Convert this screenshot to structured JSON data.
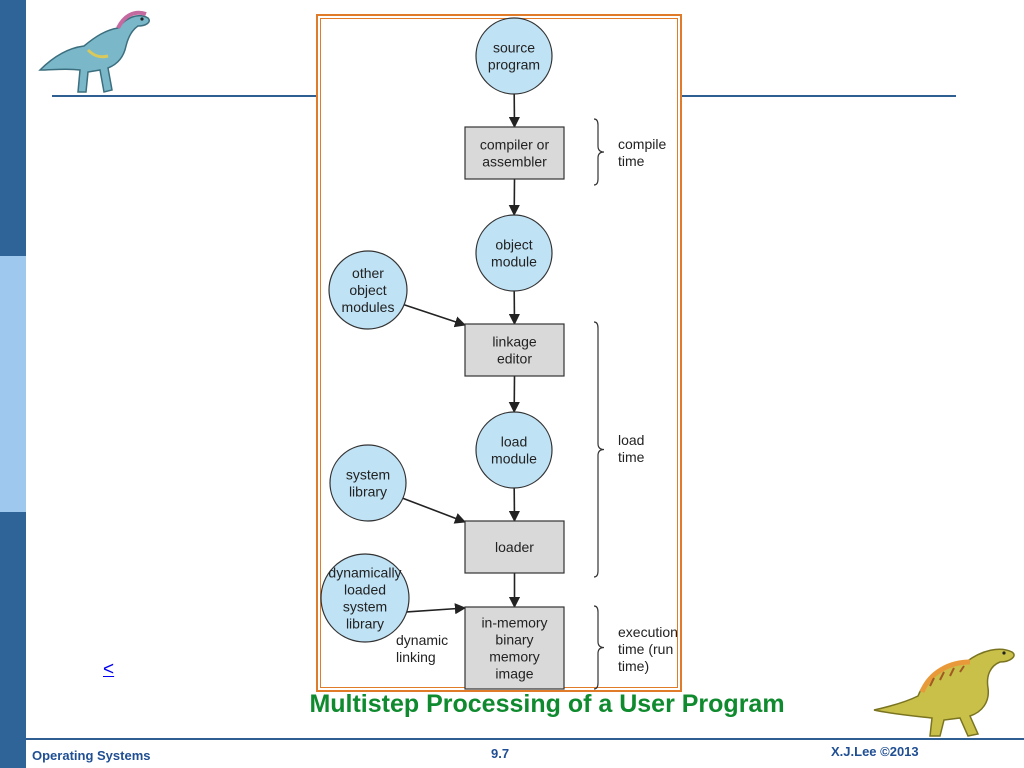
{
  "slide": {
    "title": "Multistep Processing of a User Program",
    "prev_link": "<",
    "footer_left": "Operating Systems",
    "footer_center": "9.7",
    "footer_right": "X.J.Lee ©2013"
  },
  "colors": {
    "circle_fill": "#bfe2f5",
    "box_fill": "#d9d9d9",
    "frame": "#e07b2a",
    "title": "#0f8a2e",
    "footer": "#1f4e93"
  },
  "diagram": {
    "nodes": [
      {
        "id": "source",
        "shape": "circle",
        "lines": [
          "source",
          "program"
        ]
      },
      {
        "id": "compiler",
        "shape": "box",
        "lines": [
          "compiler or",
          "assembler"
        ]
      },
      {
        "id": "object",
        "shape": "circle",
        "lines": [
          "object",
          "module"
        ]
      },
      {
        "id": "other",
        "shape": "circle",
        "lines": [
          "other",
          "object",
          "modules"
        ]
      },
      {
        "id": "linkage",
        "shape": "box",
        "lines": [
          "linkage",
          "editor"
        ]
      },
      {
        "id": "load",
        "shape": "circle",
        "lines": [
          "load",
          "module"
        ]
      },
      {
        "id": "syslib",
        "shape": "circle",
        "lines": [
          "system",
          "library"
        ]
      },
      {
        "id": "loader",
        "shape": "box",
        "lines": [
          "loader"
        ]
      },
      {
        "id": "dynlib",
        "shape": "circle",
        "lines": [
          "dynamically",
          "loaded",
          "system",
          "library"
        ]
      },
      {
        "id": "memory",
        "shape": "box",
        "lines": [
          "in-memory",
          "binary",
          "memory",
          "image"
        ]
      }
    ],
    "edges": [
      {
        "from": "source",
        "to": "compiler"
      },
      {
        "from": "compiler",
        "to": "object"
      },
      {
        "from": "object",
        "to": "linkage"
      },
      {
        "from": "other",
        "to": "linkage"
      },
      {
        "from": "linkage",
        "to": "load"
      },
      {
        "from": "load",
        "to": "loader"
      },
      {
        "from": "syslib",
        "to": "loader"
      },
      {
        "from": "loader",
        "to": "memory"
      },
      {
        "from": "dynlib",
        "to": "memory"
      }
    ],
    "edge_labels": [
      {
        "id": "dynamic-linking",
        "lines": [
          "dynamic",
          "linking"
        ]
      }
    ],
    "phases": [
      {
        "id": "compile",
        "lines": [
          "compile",
          "time"
        ]
      },
      {
        "id": "load",
        "lines": [
          "load",
          "time"
        ]
      },
      {
        "id": "execution",
        "lines": [
          "execution",
          "time (run",
          "time)"
        ]
      }
    ]
  }
}
